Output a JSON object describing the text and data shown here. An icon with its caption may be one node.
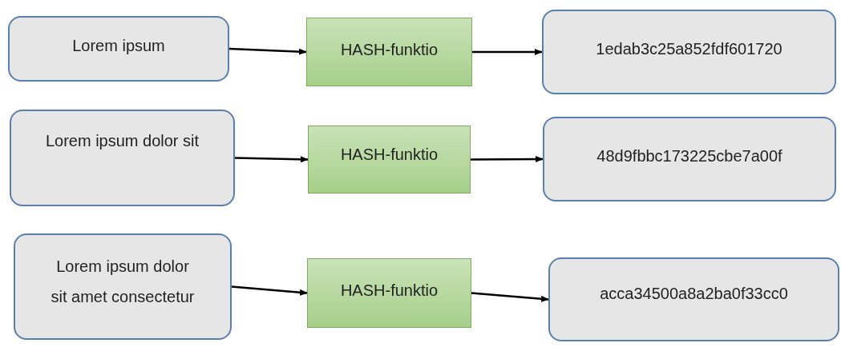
{
  "diagram": {
    "nodes": [
      {
        "text": [
          "Lorem ipsum"
        ]
      },
      {
        "text": [
          "HASH-funktio"
        ]
      },
      {
        "text": [
          "1edab3c25a852fdf601720"
        ]
      },
      {
        "text": [
          "Lorem ipsum dolor sit"
        ]
      },
      {
        "text": [
          "HASH-funktio"
        ]
      },
      {
        "text": [
          "48d9fbbc173225cbe7a00f"
        ]
      },
      {
        "text": [
          "Lorem ipsum dolor sit amet consectetur"
        ]
      },
      {
        "text": [
          "HASH-funktio"
        ]
      },
      {
        "text": [
          "acca34500a8a2ba0f33cc0"
        ]
      }
    ],
    "edges": [
      {
        "from": 0,
        "to": 1,
        "arrow": "to"
      },
      {
        "from": 1,
        "to": 2,
        "arrow": "to"
      },
      {
        "from": 3,
        "to": 4,
        "arrow": "to"
      },
      {
        "from": 4,
        "to": 5,
        "arrow": "to"
      },
      {
        "from": 6,
        "to": 7,
        "arrow": "to"
      },
      {
        "from": 7,
        "to": 8,
        "arrow": "to"
      }
    ]
  }
}
